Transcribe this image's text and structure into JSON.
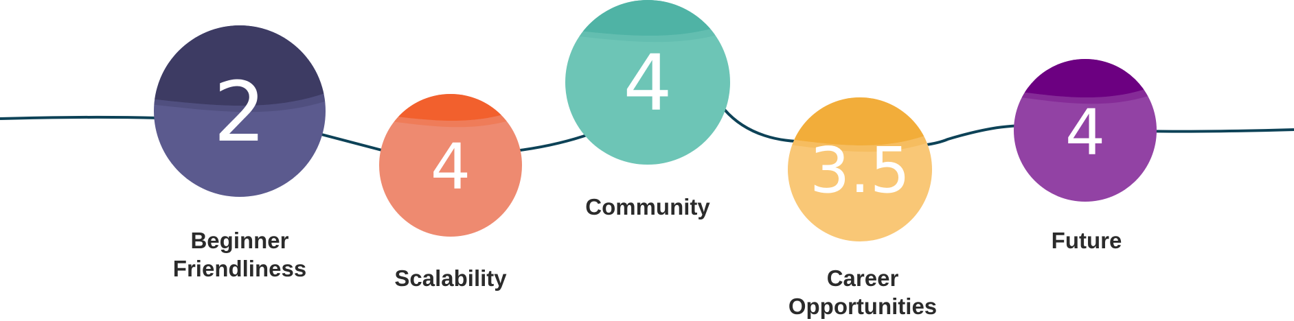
{
  "metrics": [
    {
      "label_lines": [
        "Beginner",
        "Friendliness"
      ],
      "score": "2",
      "colors": {
        "base": "#5b5a8e",
        "top": "#3d3b63"
      }
    },
    {
      "label_lines": [
        "Scalability"
      ],
      "score": "4",
      "colors": {
        "base": "#ee8a70",
        "top": "#f2602d"
      }
    },
    {
      "label_lines": [
        "Community"
      ],
      "score": "4",
      "colors": {
        "base": "#6dc5b6",
        "top": "#4fb3a5"
      }
    },
    {
      "label_lines": [
        "Career",
        "Opportunities"
      ],
      "score": "3.5",
      "colors": {
        "base": "#f9c776",
        "top": "#f2ad3a"
      }
    },
    {
      "label_lines": [
        "Future"
      ],
      "score": "4",
      "colors": {
        "base": "#9242a4",
        "top": "#6c0081"
      }
    }
  ],
  "colors": {
    "connector": "#0d4257",
    "label_text": "#2b2b2b",
    "score_text": "#ffffff"
  }
}
